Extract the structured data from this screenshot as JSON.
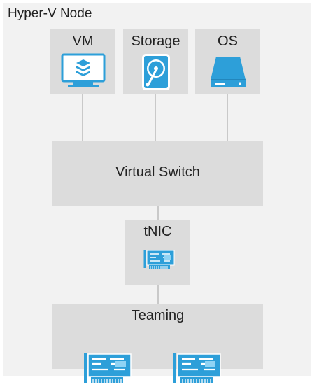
{
  "frame": {
    "title": "Hyper-V Node"
  },
  "components": {
    "vm": "VM",
    "storage": "Storage",
    "os": "OS",
    "virtual_switch": "Virtual Switch",
    "tnic": "tNIC",
    "teaming": "Teaming"
  },
  "icons": {
    "vm": "monitor-icon",
    "storage": "hard-drive-icon",
    "os": "server-drive-icon",
    "tnic": "network-card-icon",
    "physical_nics": [
      "network-card-icon",
      "network-card-icon"
    ]
  },
  "colors": {
    "frame_background": "#f2f2f2",
    "box_background": "#dcdcdc",
    "icon_blue": "#2d9fd9",
    "icon_light_blue": "#8fd3f4",
    "connector": "#c9c9c9"
  }
}
